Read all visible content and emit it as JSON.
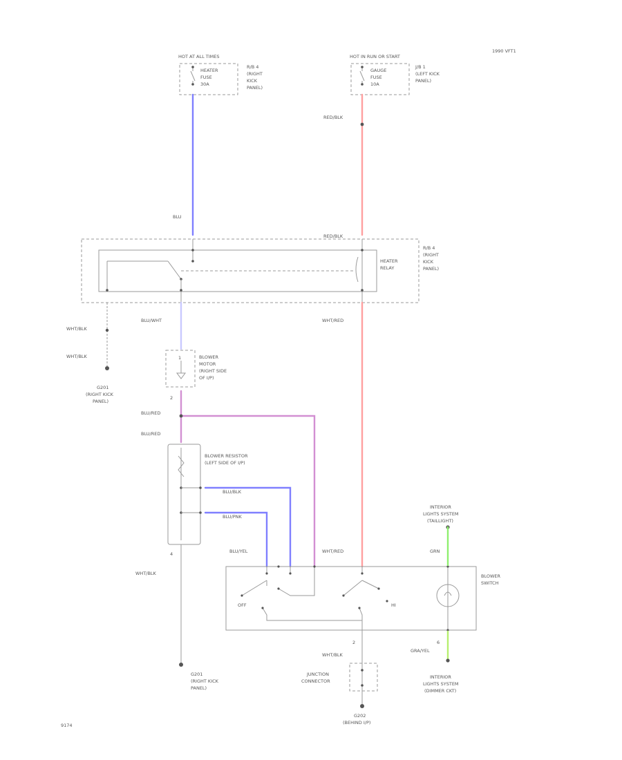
{
  "title_code": "1990 VFT1",
  "figure_id": "9174",
  "colors": {
    "blu": "#7f7fff",
    "pnk": "#ff9f9f",
    "blu_red": "#d28fd2",
    "grn": "#8fef6f",
    "ground": "#8a8a8a"
  },
  "fuse_left": {
    "header": "HOT AT ALL TIMES",
    "line1": "HEATER",
    "line2": "FUSE",
    "line3": "30A",
    "loc1": "R/B 4",
    "loc2": "(RIGHT",
    "loc3": "KICK",
    "loc4": "PANEL)"
  },
  "fuse_right": {
    "header": "HOT IN RUN OR START",
    "line1": "GAUGE",
    "line2": "FUSE",
    "line3": "10A",
    "loc1": "J/B 1",
    "loc2": "(LEFT KICK",
    "loc3": "PANEL)"
  },
  "wire_labels": {
    "blu": "BLU",
    "pnk_top": "RED/BLK",
    "pnk_relay": "RED/BLK",
    "wht_red_relay": "WHT/RED",
    "wht_blk_left": "WHT/BLK",
    "wht_blk_left2": "WHT/BLK",
    "blu_wht": "BLU/WHT",
    "blu_red_1": "BLU/RED",
    "blu_red_2": "BLU/RED",
    "blu_blk": "BLU/BLK",
    "blu_pnk": "BLU/PNK",
    "blu_yel": "BLU/YEL",
    "wht_red_sw": "WHT/RED",
    "wht_blk_bottom": "WHT/BLK",
    "wht_blk_gnd": "WHT/BLK",
    "grn": "GRN",
    "gra_yel": "GRA/YEL"
  },
  "relay": {
    "name1": "HEATER",
    "name2": "RELAY",
    "loc1": "R/B 4",
    "loc2": "(RIGHT",
    "loc3": "KICK",
    "loc4": "PANEL)"
  },
  "ground_left": {
    "line1": "G201",
    "line2": "(RIGHT KICK",
    "line3": "PANEL)"
  },
  "blower_motor": {
    "line1": "BLOWER",
    "line2": "MOTOR",
    "line3": "(RIGHT SIDE",
    "line4": "OF I/P)"
  },
  "blower_resistor": {
    "line1": "BLOWER RESISTOR",
    "line2": "(LEFT SIDE OF I/P)"
  },
  "blower_switch": {
    "line1": "BLOWER",
    "line2": "SWITCH",
    "off": "OFF",
    "hi": "HI"
  },
  "interior_top": {
    "line1": "INTERIOR",
    "line2": "LIGHTS SYSTEM",
    "line3": "(TAILLIGHT)"
  },
  "interior_bottom": {
    "line1": "INTERIOR",
    "line2": "LIGHTS SYSTEM",
    "line3": "(DIMMER CKT)"
  },
  "ground_mid": {
    "line1": "G201",
    "line2": "(RIGHT KICK",
    "line3": "PANEL)"
  },
  "junction": {
    "line1": "JUNCTION",
    "line2": "CONNECTOR"
  },
  "ground_bottom": {
    "line1": "G202",
    "line2": "(BEHIND I/P)"
  },
  "pins": {
    "motor_top": "1",
    "motor_bottom": "2",
    "res_bottom": "4",
    "sw_bottom": "2",
    "sw_right_bottom": "6"
  }
}
